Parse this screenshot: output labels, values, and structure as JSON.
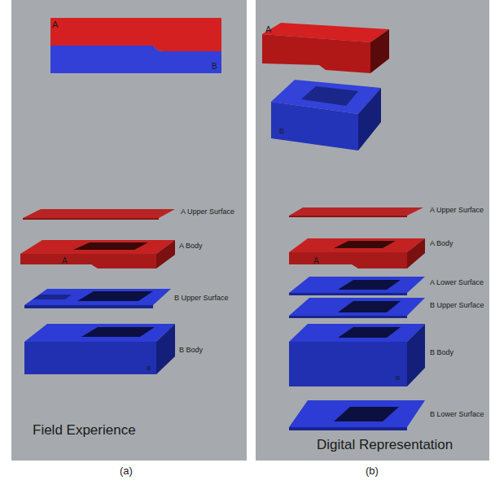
{
  "diagram": {
    "labels": [
      "A",
      "B",
      "A Upper Surface",
      "A Body",
      "A",
      "B Upper Surface",
      "B Body",
      "B",
      "Field Experience",
      "A",
      "B",
      "A Upper Surface",
      "A Body",
      "A",
      "A Lower Surface",
      "B Upper Surface",
      "B Body",
      "B",
      "B Lower Surface",
      "Digital Representation",
      "(a)",
      "(b)"
    ]
  }
}
